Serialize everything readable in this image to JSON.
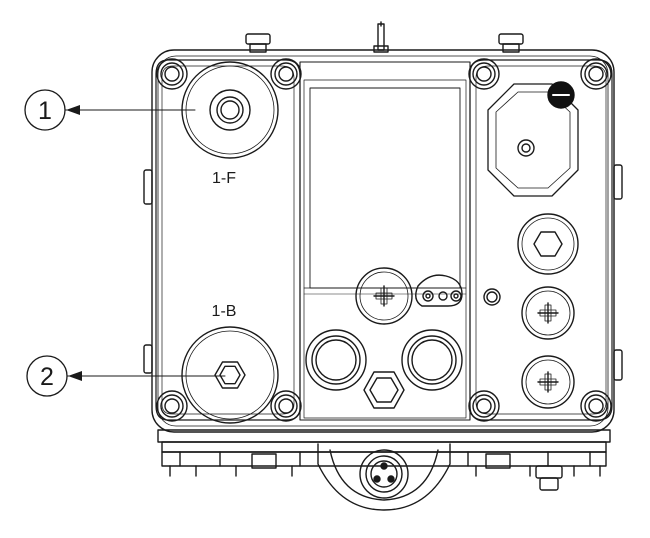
{
  "callouts": [
    {
      "number": "1"
    },
    {
      "number": "2"
    }
  ],
  "port_labels": {
    "top_left": "1-F",
    "bottom_left": "1-B"
  },
  "colors": {
    "line": "#1a1a1a",
    "fill": "#ffffff",
    "dark": "#111111"
  }
}
